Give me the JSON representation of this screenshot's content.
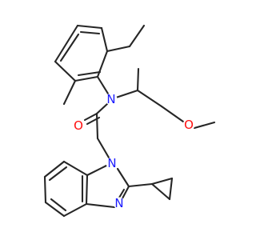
{
  "molecule": {
    "atoms": {
      "n_amide": {
        "symbol": "N",
        "color": "#1a1aff"
      },
      "o_carbonyl": {
        "symbol": "O",
        "color": "#ff0d0d"
      },
      "o_methoxy": {
        "symbol": "O",
        "color": "#ff0d0d"
      },
      "n1_benzimidazole": {
        "symbol": "N",
        "color": "#1a1aff"
      },
      "n3_benzimidazole": {
        "symbol": "N",
        "color": "#1a1aff"
      }
    },
    "bond_color": "#262626",
    "background": "#ffffff"
  }
}
